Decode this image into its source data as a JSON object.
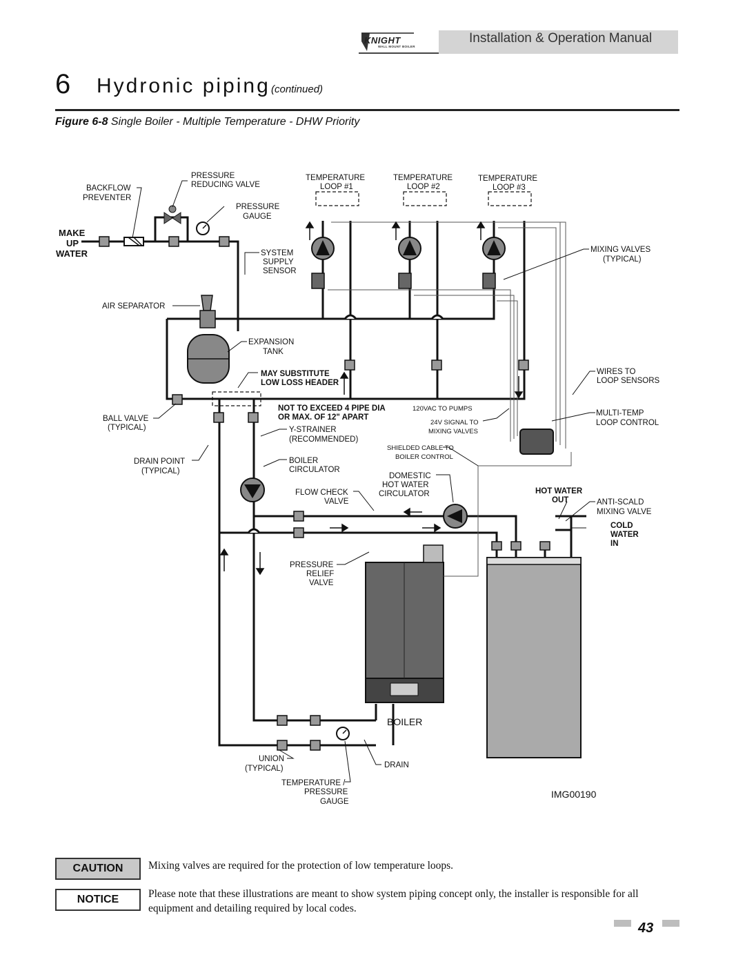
{
  "header": {
    "manual_title": "Installation & Operation Manual",
    "logo_text": "KNIGHT",
    "logo_subtext": "WALL MOUNT BOILER"
  },
  "chapter": {
    "number": "6",
    "title": "Hydronic piping",
    "continued": "(continued)"
  },
  "figure": {
    "label": "Figure 6-8",
    "caption": "Single Boiler - Multiple Temperature - DHW Priority"
  },
  "diagram": {
    "labels": {
      "pressure_reducing_valve": [
        "PRESSURE",
        "REDUCING VALVE"
      ],
      "backflow_preventer": [
        "BACKFLOW",
        "PREVENTER"
      ],
      "pressure_gauge": [
        "PRESSURE",
        "GAUGE"
      ],
      "make_up_water": [
        "MAKE",
        "UP",
        "WATER"
      ],
      "system_supply_sensor": [
        "SYSTEM",
        "SUPPLY",
        "SENSOR"
      ],
      "air_separator": "AIR SEPARATOR",
      "expansion_tank": [
        "EXPANSION",
        "TANK"
      ],
      "may_substitute": [
        "MAY SUBSTITUTE",
        "LOW LOSS HEADER"
      ],
      "not_to_exceed": [
        "NOT TO EXCEED 4  PIPE DIA",
        "OR MAX. OF 12\" APART"
      ],
      "ball_valve": [
        "BALL VALVE",
        "(TYPICAL)"
      ],
      "y_strainer": [
        "Y-STRAINER",
        "(RECOMMENDED)"
      ],
      "drain_point": [
        "DRAIN POINT",
        "(TYPICAL)"
      ],
      "boiler_circulator": [
        "BOILER",
        "CIRCULATOR"
      ],
      "flow_check_valve": [
        "FLOW CHECK",
        "VALVE"
      ],
      "domestic_hot_water_circulator": [
        "DOMESTIC",
        "HOT WATER",
        "CIRCULATOR"
      ],
      "signal_120vac": "120VAC TO PUMPS",
      "signal_24v": [
        "24V SIGNAL TO",
        "MIXING VALVES"
      ],
      "shielded_cable": [
        "SHIELDED CABLE TO",
        "BOILER CONTROL"
      ],
      "temperature_loop_1": [
        "TEMPERATURE",
        "LOOP #1"
      ],
      "temperature_loop_2": [
        "TEMPERATURE",
        "LOOP #2"
      ],
      "temperature_loop_3": [
        "TEMPERATURE",
        "LOOP #3"
      ],
      "mixing_valves": [
        "MIXING VALVES",
        "(TYPICAL)"
      ],
      "wires_to_loop_sensors": [
        "WIRES TO",
        "LOOP SENSORS"
      ],
      "multi_temp_loop_control": [
        "MULTI-TEMP",
        "LOOP CONTROL"
      ],
      "hot_water_out": [
        "HOT WATER",
        "OUT"
      ],
      "anti_scald_mixing_valve": [
        "ANTI-SCALD",
        "MIXING VALVE"
      ],
      "cold_water_in": [
        "COLD",
        "WATER",
        "IN"
      ],
      "pressure_relief_valve": [
        "PRESSURE",
        "RELIEF",
        "VALVE"
      ],
      "boiler": "BOILER",
      "union": [
        "UNION",
        "(TYPICAL)"
      ],
      "drain": "DRAIN",
      "temperature_pressure_gauge": [
        "TEMPERATURE /",
        "PRESSURE",
        "GAUGE"
      ],
      "image_id": "IMG00190"
    }
  },
  "notes": [
    {
      "badge": "CAUTION",
      "text": "Mixing valves are required for the protection of low temperature loops."
    },
    {
      "badge": "NOTICE",
      "text": "Please note that these illustrations are meant to show system piping concept only, the installer is responsible for all equipment and detailing required by local codes."
    }
  ],
  "page_number": "43"
}
